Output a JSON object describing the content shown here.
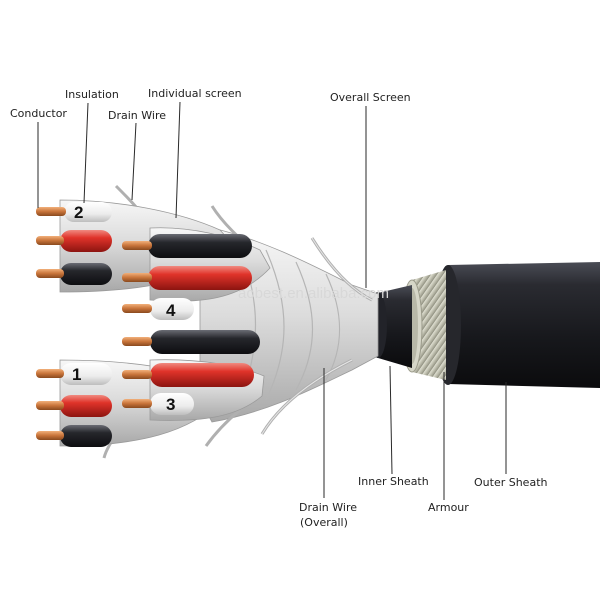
{
  "labels": {
    "conductor": "Conductor",
    "insulation": "Insulation",
    "drain_wire": "Drain Wire",
    "individual_screen": "Individual screen",
    "overall_screen": "Overall Screen",
    "inner_sheath": "Inner Sheath",
    "armour": "Armour",
    "outer_sheath": "Outer Sheath",
    "drain_wire_overall_line1": "Drain Wire",
    "drain_wire_overall_line2": "(Overall)"
  },
  "pair_numbers": {
    "pair1": "1",
    "pair2": "2",
    "pair3": "3",
    "pair4": "4"
  },
  "watermark": "aobest.en.alibaba.com",
  "colors": {
    "copper": "#c8743a",
    "red_core": "#d42a22",
    "black_core": "#1e1e22",
    "white_core": "#f2f2f2",
    "foil": "#d9d9d9",
    "sheath": "#1a1b20",
    "armour": "#cfcfc0"
  }
}
